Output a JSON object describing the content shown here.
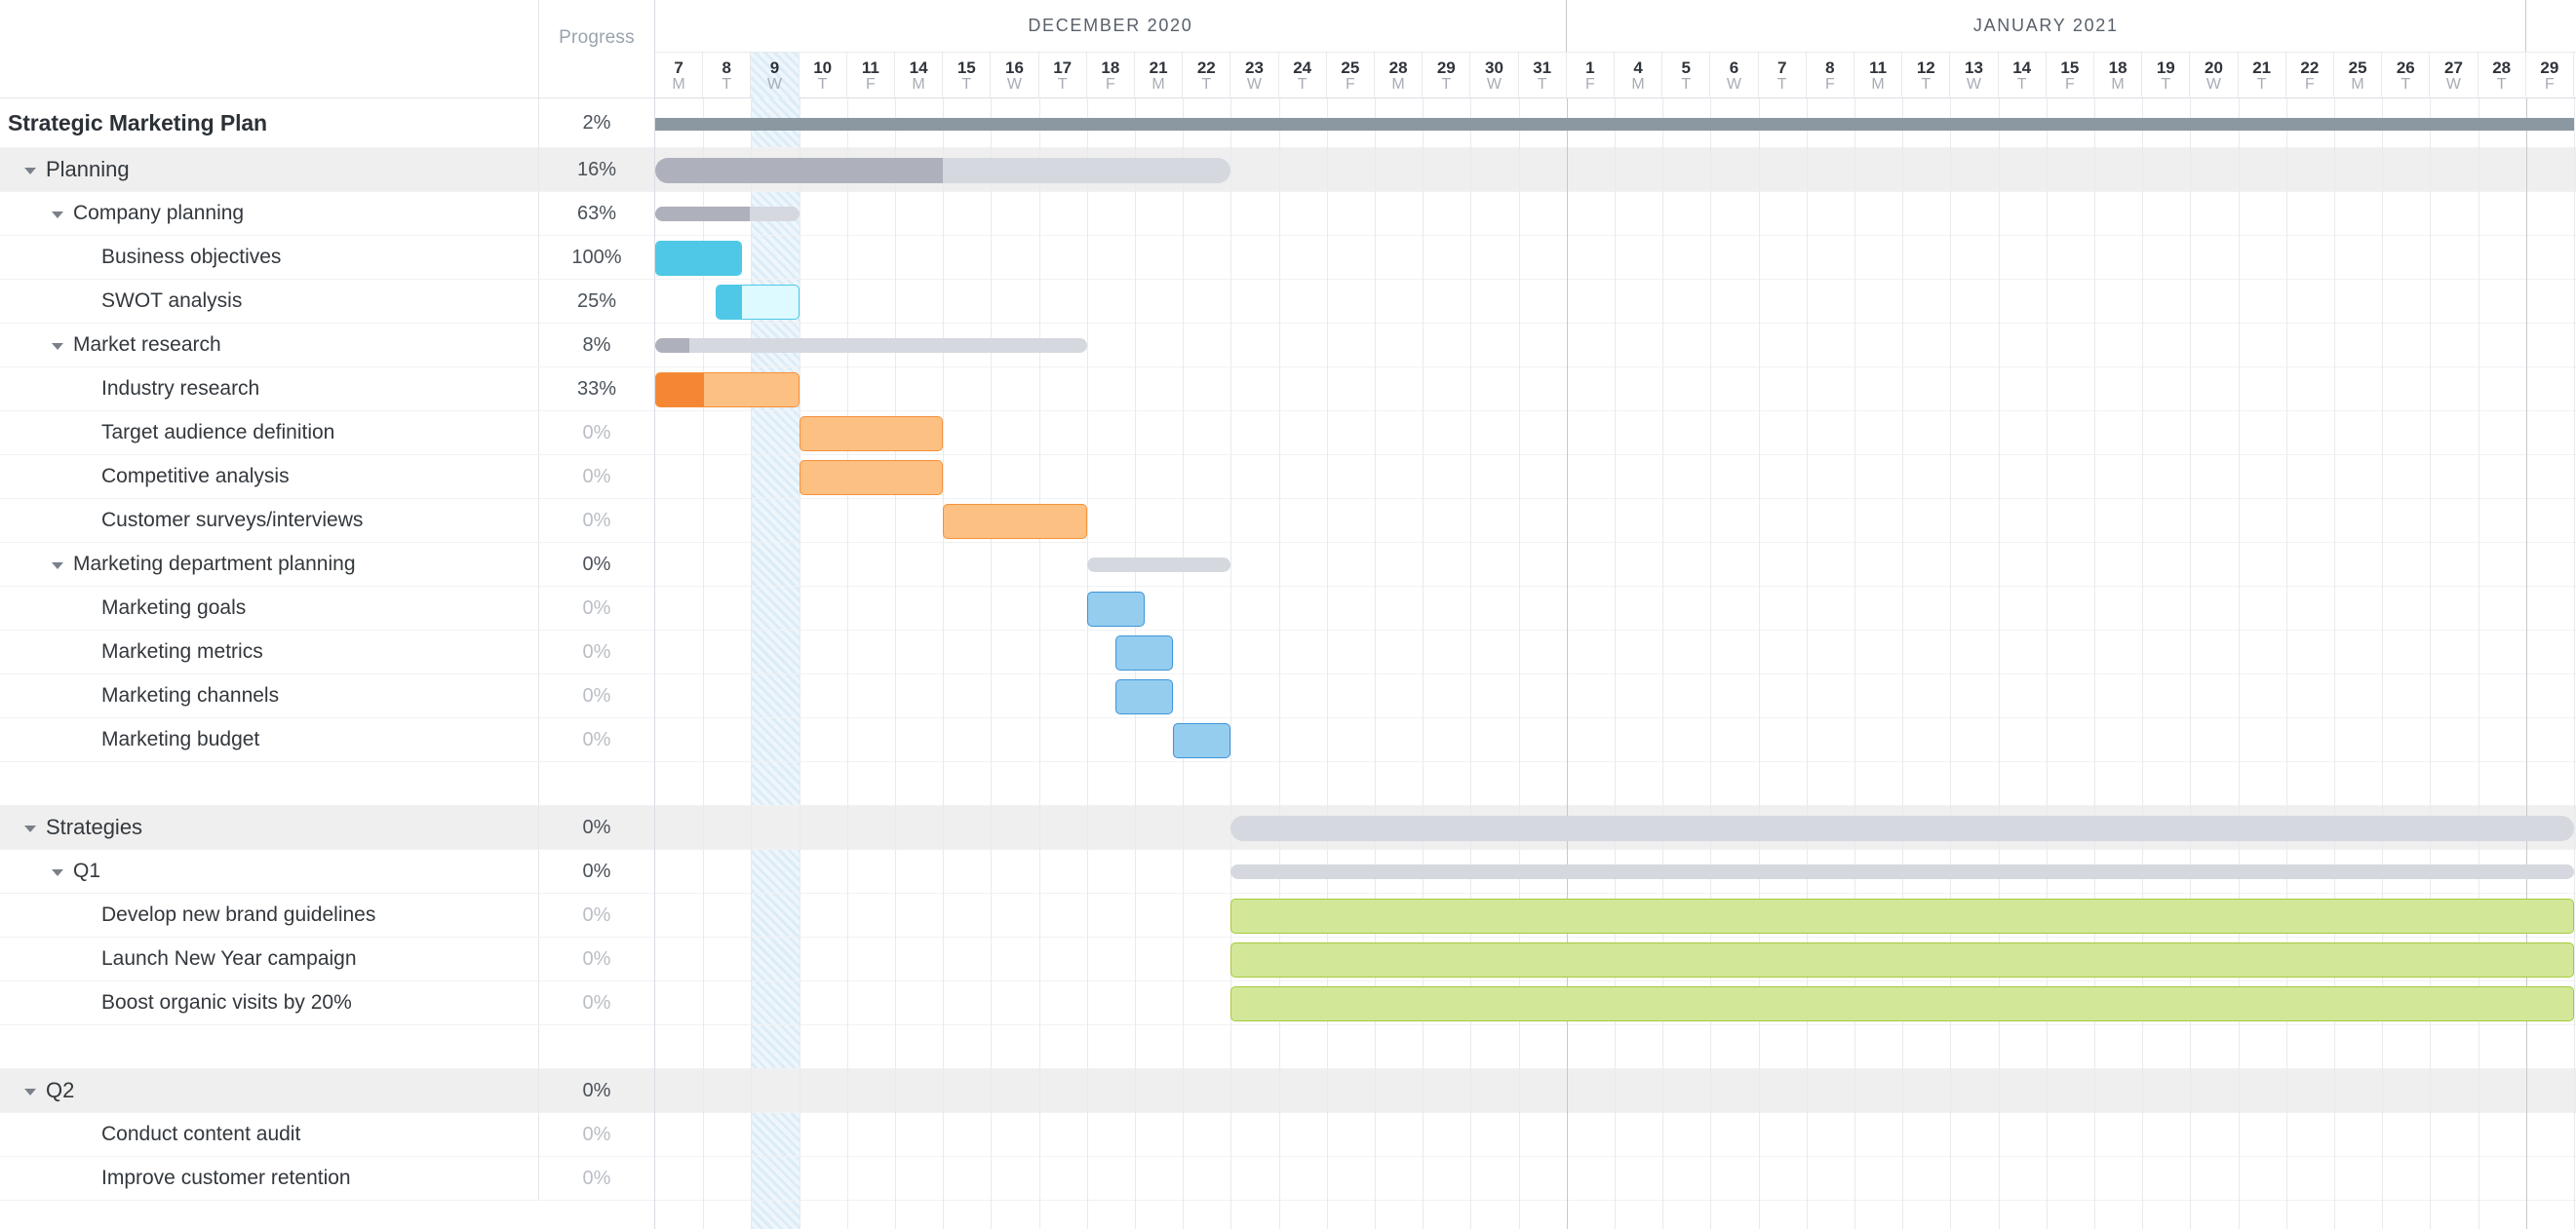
{
  "columns": {
    "name_header": "",
    "progress_header": "Progress"
  },
  "timeline": {
    "months": [
      {
        "label": "DECEMBER 2020",
        "days": 19
      },
      {
        "label": "JANUARY 2021",
        "days": 20
      }
    ],
    "today_index": 2,
    "days": [
      {
        "num": "7",
        "dow": "M"
      },
      {
        "num": "8",
        "dow": "T"
      },
      {
        "num": "9",
        "dow": "W"
      },
      {
        "num": "10",
        "dow": "T"
      },
      {
        "num": "11",
        "dow": "F"
      },
      {
        "num": "14",
        "dow": "M"
      },
      {
        "num": "15",
        "dow": "T"
      },
      {
        "num": "16",
        "dow": "W"
      },
      {
        "num": "17",
        "dow": "T"
      },
      {
        "num": "18",
        "dow": "F"
      },
      {
        "num": "21",
        "dow": "M"
      },
      {
        "num": "22",
        "dow": "T"
      },
      {
        "num": "23",
        "dow": "W"
      },
      {
        "num": "24",
        "dow": "T"
      },
      {
        "num": "25",
        "dow": "F"
      },
      {
        "num": "28",
        "dow": "M"
      },
      {
        "num": "29",
        "dow": "T"
      },
      {
        "num": "30",
        "dow": "W"
      },
      {
        "num": "31",
        "dow": "T"
      },
      {
        "num": "1",
        "dow": "F"
      },
      {
        "num": "4",
        "dow": "M"
      },
      {
        "num": "5",
        "dow": "T"
      },
      {
        "num": "6",
        "dow": "W"
      },
      {
        "num": "7",
        "dow": "T"
      },
      {
        "num": "8",
        "dow": "F"
      },
      {
        "num": "11",
        "dow": "M"
      },
      {
        "num": "12",
        "dow": "T"
      },
      {
        "num": "13",
        "dow": "W"
      },
      {
        "num": "14",
        "dow": "T"
      },
      {
        "num": "15",
        "dow": "F"
      },
      {
        "num": "18",
        "dow": "M"
      },
      {
        "num": "19",
        "dow": "T"
      },
      {
        "num": "20",
        "dow": "W"
      },
      {
        "num": "21",
        "dow": "T"
      },
      {
        "num": "22",
        "dow": "F"
      },
      {
        "num": "25",
        "dow": "M"
      },
      {
        "num": "26",
        "dow": "T"
      },
      {
        "num": "27",
        "dow": "W"
      },
      {
        "num": "28",
        "dow": "T"
      },
      {
        "num": "29",
        "dow": "F"
      }
    ]
  },
  "colors": {
    "cyan": "#4ec8e6",
    "orange": "#f58634",
    "blue": "#3d94d9",
    "green": "#a6ca3c",
    "summary_grey": "#aeb0bb",
    "summary_track": "#d6d8df",
    "project_bar": "#8b97a1",
    "today_band": "#dcecf7"
  },
  "rows": [
    {
      "name": "Strategic Marketing Plan",
      "progress": "2%",
      "level": 0,
      "kind": "project",
      "shaded": false,
      "collapsible": false,
      "muted": false,
      "bar": {
        "type": "project",
        "start": 0,
        "span": 40,
        "fill": 0
      }
    },
    {
      "name": "Planning",
      "progress": "16%",
      "level": 1,
      "kind": "summary",
      "shaded": true,
      "collapsible": true,
      "muted": false,
      "bar": {
        "type": "summary",
        "start": 0,
        "span": 12,
        "fill": 0.5
      }
    },
    {
      "name": "Company planning",
      "progress": "63%",
      "level": 2,
      "kind": "summary-thin",
      "shaded": false,
      "collapsible": true,
      "muted": false,
      "bar": {
        "type": "summary-thin",
        "start": 0,
        "span": 3.0,
        "fill": 0.655
      }
    },
    {
      "name": "Business objectives",
      "progress": "100%",
      "level": 3,
      "kind": "task",
      "shaded": false,
      "collapsible": false,
      "muted": false,
      "bar": {
        "type": "task",
        "color": "cyan",
        "start": 0,
        "span": 1.8,
        "fill": 1.0
      }
    },
    {
      "name": "SWOT analysis",
      "progress": "25%",
      "level": 3,
      "kind": "task",
      "shaded": false,
      "collapsible": false,
      "muted": false,
      "bar": {
        "type": "task",
        "color": "cyan",
        "start": 1.25,
        "span": 1.75,
        "fill": 0.32
      }
    },
    {
      "name": "Market research",
      "progress": "8%",
      "level": 2,
      "kind": "summary-thin",
      "shaded": false,
      "collapsible": true,
      "muted": false,
      "bar": {
        "type": "summary-thin",
        "start": 0,
        "span": 9.0,
        "fill": 0.08
      }
    },
    {
      "name": "Industry research",
      "progress": "33%",
      "level": 3,
      "kind": "task",
      "shaded": false,
      "collapsible": false,
      "muted": false,
      "bar": {
        "type": "task",
        "color": "orange",
        "start": 0,
        "span": 3.0,
        "fill": 0.335
      }
    },
    {
      "name": "Target audience definition",
      "progress": "0%",
      "level": 3,
      "kind": "task",
      "shaded": false,
      "collapsible": false,
      "muted": true,
      "bar": {
        "type": "task",
        "color": "orange",
        "start": 3.0,
        "span": 3.0,
        "fill": 0
      }
    },
    {
      "name": "Competitive analysis",
      "progress": "0%",
      "level": 3,
      "kind": "task",
      "shaded": false,
      "collapsible": false,
      "muted": true,
      "bar": {
        "type": "task",
        "color": "orange",
        "start": 3.0,
        "span": 3.0,
        "fill": 0
      }
    },
    {
      "name": "Customer surveys/interviews",
      "progress": "0%",
      "level": 3,
      "kind": "task",
      "shaded": false,
      "collapsible": false,
      "muted": true,
      "bar": {
        "type": "task",
        "color": "orange",
        "start": 6.0,
        "span": 3.0,
        "fill": 0
      }
    },
    {
      "name": "Marketing department planning",
      "progress": "0%",
      "level": 2,
      "kind": "summary-thin",
      "shaded": false,
      "collapsible": true,
      "muted": false,
      "bar": {
        "type": "summary-thin",
        "start": 9.0,
        "span": 3.0,
        "fill": 0
      }
    },
    {
      "name": "Marketing goals",
      "progress": "0%",
      "level": 3,
      "kind": "task",
      "shaded": false,
      "collapsible": false,
      "muted": true,
      "bar": {
        "type": "task",
        "color": "blue",
        "start": 9.0,
        "span": 1.2,
        "fill": 0
      }
    },
    {
      "name": "Marketing metrics",
      "progress": "0%",
      "level": 3,
      "kind": "task",
      "shaded": false,
      "collapsible": false,
      "muted": true,
      "bar": {
        "type": "task",
        "color": "blue",
        "start": 9.6,
        "span": 1.2,
        "fill": 0
      }
    },
    {
      "name": "Marketing channels",
      "progress": "0%",
      "level": 3,
      "kind": "task",
      "shaded": false,
      "collapsible": false,
      "muted": true,
      "bar": {
        "type": "task",
        "color": "blue",
        "start": 9.6,
        "span": 1.2,
        "fill": 0
      }
    },
    {
      "name": "Marketing budget",
      "progress": "0%",
      "level": 3,
      "kind": "task",
      "shaded": false,
      "collapsible": false,
      "muted": true,
      "bar": {
        "type": "task",
        "color": "blue",
        "start": 10.8,
        "span": 1.2,
        "fill": 0
      }
    },
    {
      "name": "",
      "progress": "",
      "level": 0,
      "kind": "spacer",
      "shaded": false,
      "collapsible": false,
      "muted": false,
      "bar": null
    },
    {
      "name": "Strategies",
      "progress": "0%",
      "level": 1,
      "kind": "summary",
      "shaded": true,
      "collapsible": true,
      "muted": false,
      "bar": {
        "type": "summary",
        "start": 12.0,
        "span": 28.0,
        "fill": 0
      }
    },
    {
      "name": "Q1",
      "progress": "0%",
      "level": 2,
      "kind": "summary-thin",
      "shaded": false,
      "collapsible": true,
      "muted": false,
      "bar": {
        "type": "summary-thin",
        "start": 12.0,
        "span": 28.0,
        "fill": 0
      }
    },
    {
      "name": "Develop new brand guidelines",
      "progress": "0%",
      "level": 3,
      "kind": "task",
      "shaded": false,
      "collapsible": false,
      "muted": true,
      "bar": {
        "type": "task",
        "color": "green",
        "start": 12.0,
        "span": 28.0,
        "fill": 0
      }
    },
    {
      "name": "Launch New Year campaign",
      "progress": "0%",
      "level": 3,
      "kind": "task",
      "shaded": false,
      "collapsible": false,
      "muted": true,
      "bar": {
        "type": "task",
        "color": "green",
        "start": 12.0,
        "span": 28.0,
        "fill": 0
      }
    },
    {
      "name": "Boost organic visits by 20%",
      "progress": "0%",
      "level": 3,
      "kind": "task",
      "shaded": false,
      "collapsible": false,
      "muted": true,
      "bar": {
        "type": "task",
        "color": "green",
        "start": 12.0,
        "span": 28.0,
        "fill": 0
      }
    },
    {
      "name": "",
      "progress": "",
      "level": 0,
      "kind": "spacer",
      "shaded": false,
      "collapsible": false,
      "muted": false,
      "bar": null
    },
    {
      "name": "Q2",
      "progress": "0%",
      "level": 1,
      "kind": "summary",
      "shaded": true,
      "collapsible": true,
      "muted": false,
      "bar": null
    },
    {
      "name": "Conduct content audit",
      "progress": "0%",
      "level": 3,
      "kind": "task",
      "shaded": false,
      "collapsible": false,
      "muted": true,
      "bar": null
    },
    {
      "name": "Improve customer retention",
      "progress": "0%",
      "level": 3,
      "kind": "task",
      "shaded": false,
      "collapsible": false,
      "muted": true,
      "bar": null
    }
  ]
}
